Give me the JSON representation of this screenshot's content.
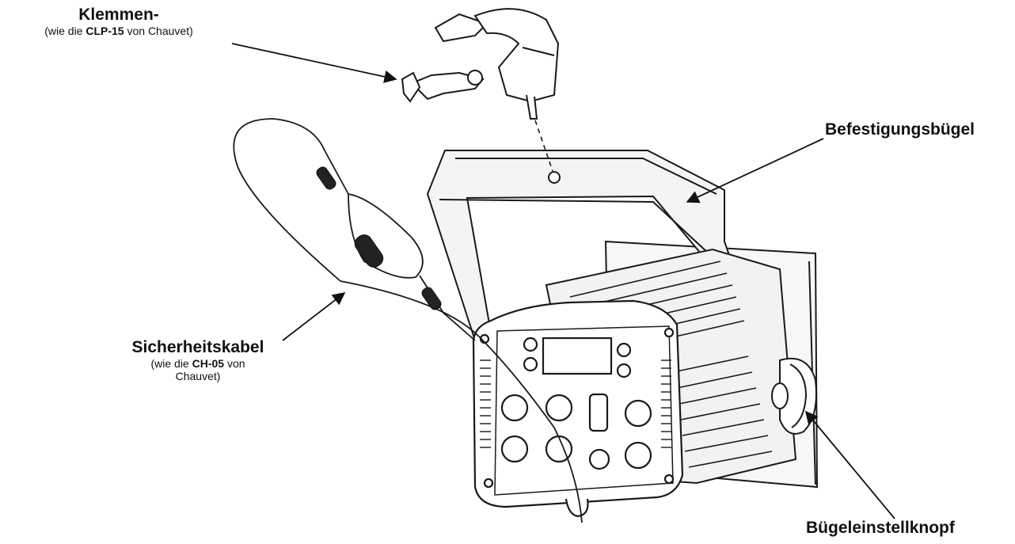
{
  "labels": {
    "clamp": {
      "title": "Klemmen-",
      "sub_prefix": "(wie die ",
      "sub_bold": "CLP-15",
      "sub_suffix": " von Chauvet)"
    },
    "safety_cable": {
      "title": "Sicherheitskabel",
      "sub_prefix": "(wie die ",
      "sub_bold": "CH-05",
      "sub_suffix": " von",
      "sub_line2": "Chauvet)"
    },
    "bracket": {
      "title": "Befestigungsbügel"
    },
    "knob": {
      "title": "Bügeleinstellknopf"
    }
  },
  "colors": {
    "line": "#1a1a1a",
    "background": "#ffffff",
    "fill_light": "#f4f4f4",
    "fill_dark": "#222222"
  }
}
